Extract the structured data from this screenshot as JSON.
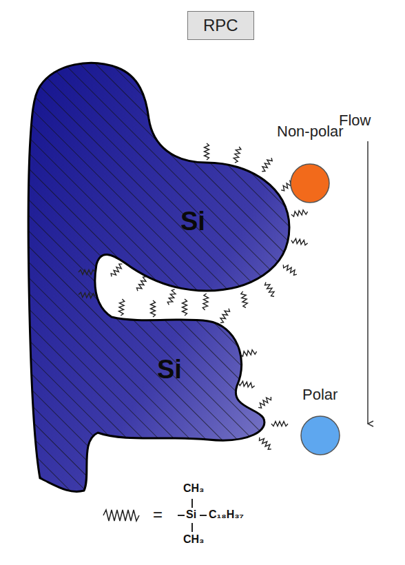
{
  "diagram": {
    "title": "RPC",
    "nodes": [
      {
        "text": [
          "Si",
          "Si"
        ]
      },
      {
        "text": [
          "Non-polar"
        ]
      },
      {
        "text": [
          "Polar"
        ]
      }
    ],
    "labels": [
      "Flow",
      "CH₃",
      "Si",
      "C₁₈H₃₇",
      "CH₃",
      "="
    ]
  }
}
